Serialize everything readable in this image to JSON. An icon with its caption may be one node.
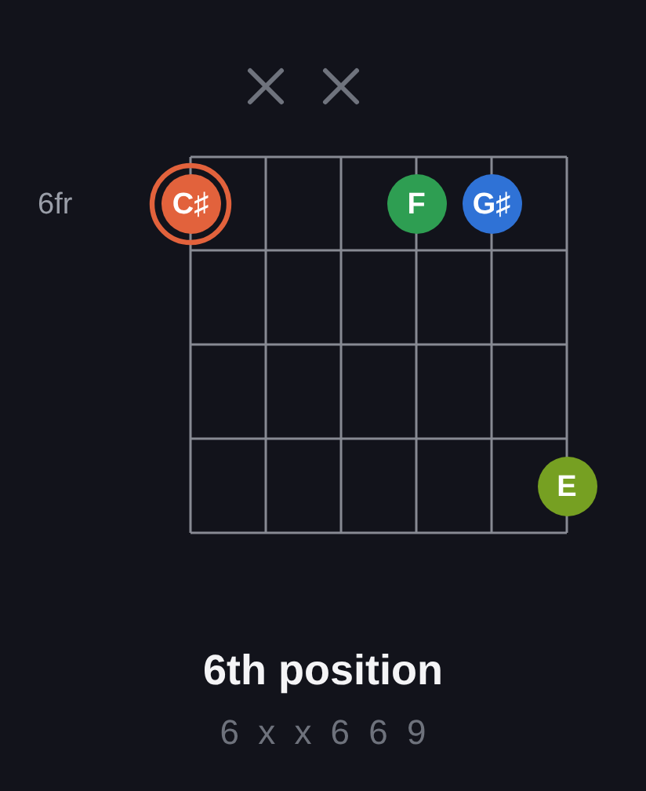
{
  "diagram": {
    "title": "6th position",
    "caption": "6 x x 6 6 9",
    "nodes": [
      {
        "text": [
          "C♯"
        ]
      },
      {
        "text": [
          "F"
        ]
      },
      {
        "text": [
          "G♯"
        ]
      },
      {
        "text": [
          "E"
        ]
      }
    ],
    "labels": [
      "6fr"
    ]
  }
}
